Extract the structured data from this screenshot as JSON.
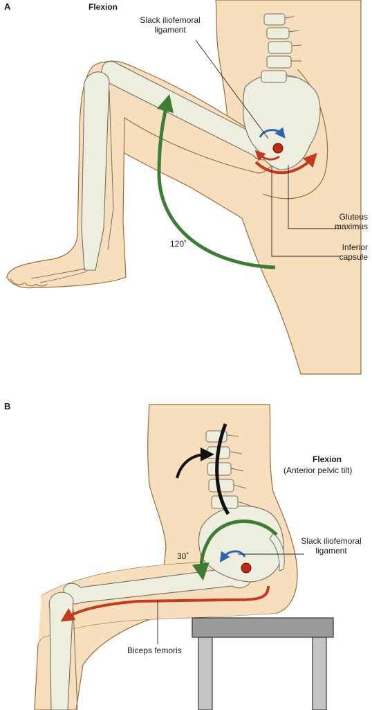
{
  "panel_a": {
    "letter": "A",
    "title": "Flexion",
    "labels": {
      "slack_line1": "Slack iliofemoral",
      "slack_line2": "ligament",
      "gluteus_line1": "Gluteus",
      "gluteus_line2": "maximus",
      "inferior_line1": "Inferior",
      "inferior_line2": "capsule",
      "angle": "120˚"
    }
  },
  "panel_b": {
    "letter": "B",
    "title": "Flexion",
    "subtitle": "(Anterior pelvic tilt)",
    "labels": {
      "slack_line1": "Slack iliofemoral",
      "slack_line2": "ligament",
      "angle": "30˚",
      "biceps": "Biceps femoris"
    }
  },
  "colors": {
    "skin": "#f7dfbe",
    "skin_outline": "#9a6a3a",
    "bone": "#eeeede",
    "bone_outline": "#6f6f5e",
    "green_arrow": "#3e7d35",
    "red_arrow": "#c53a1c",
    "blue_arrow": "#2f64b4",
    "joint_dot": "#c02818",
    "stool_top": "#9b9b9b",
    "stool_legs": "#c4c4c4"
  }
}
